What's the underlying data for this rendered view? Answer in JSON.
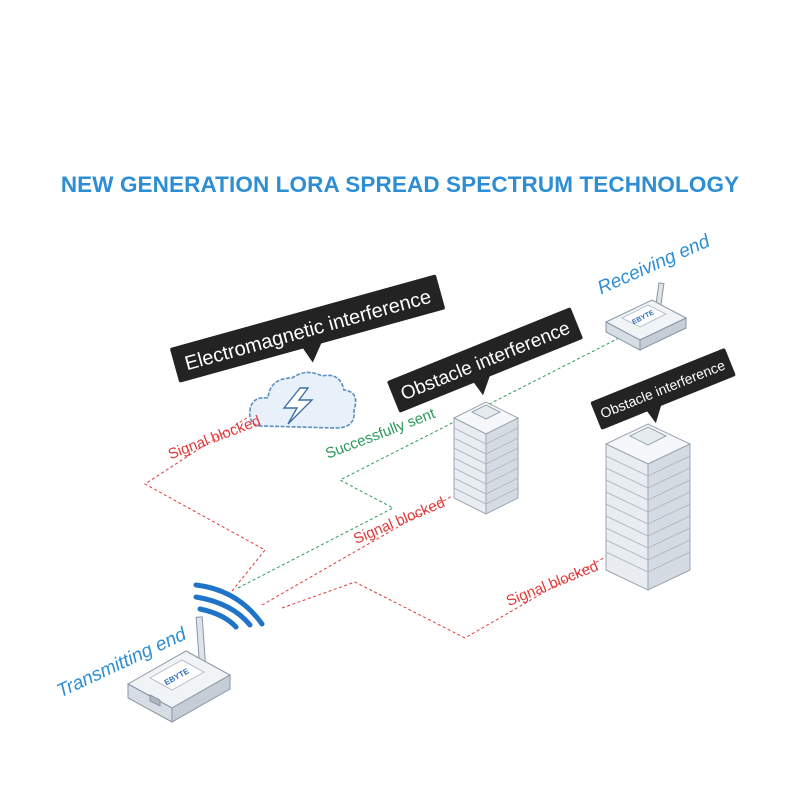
{
  "title": "NEW GENERATION LORA SPREAD SPECTRUM TECHNOLOGY",
  "labels": {
    "electromagnetic": "Electromagnetic interference",
    "obstacle_1": "Obstacle interference",
    "obstacle_2": "Obstacle interference",
    "receiving": "Receiving end",
    "transmitting": "Transmitting end",
    "blocked_1": "Signal blocked",
    "blocked_2": "Signal blocked",
    "blocked_3": "Signal blocked",
    "success": "Successfully sent"
  },
  "device_brand": "EBYTE",
  "colors": {
    "title": "#2e8ed3",
    "end_label": "#2e8ed3",
    "blocked": "#e03a3a",
    "success": "#2a9a5a",
    "callout": "#222222",
    "signal_waves": "#1f74c8"
  },
  "icons": [
    "cloud-lightning-icon",
    "building-icon",
    "radio-module-icon",
    "signal-waves-icon"
  ]
}
